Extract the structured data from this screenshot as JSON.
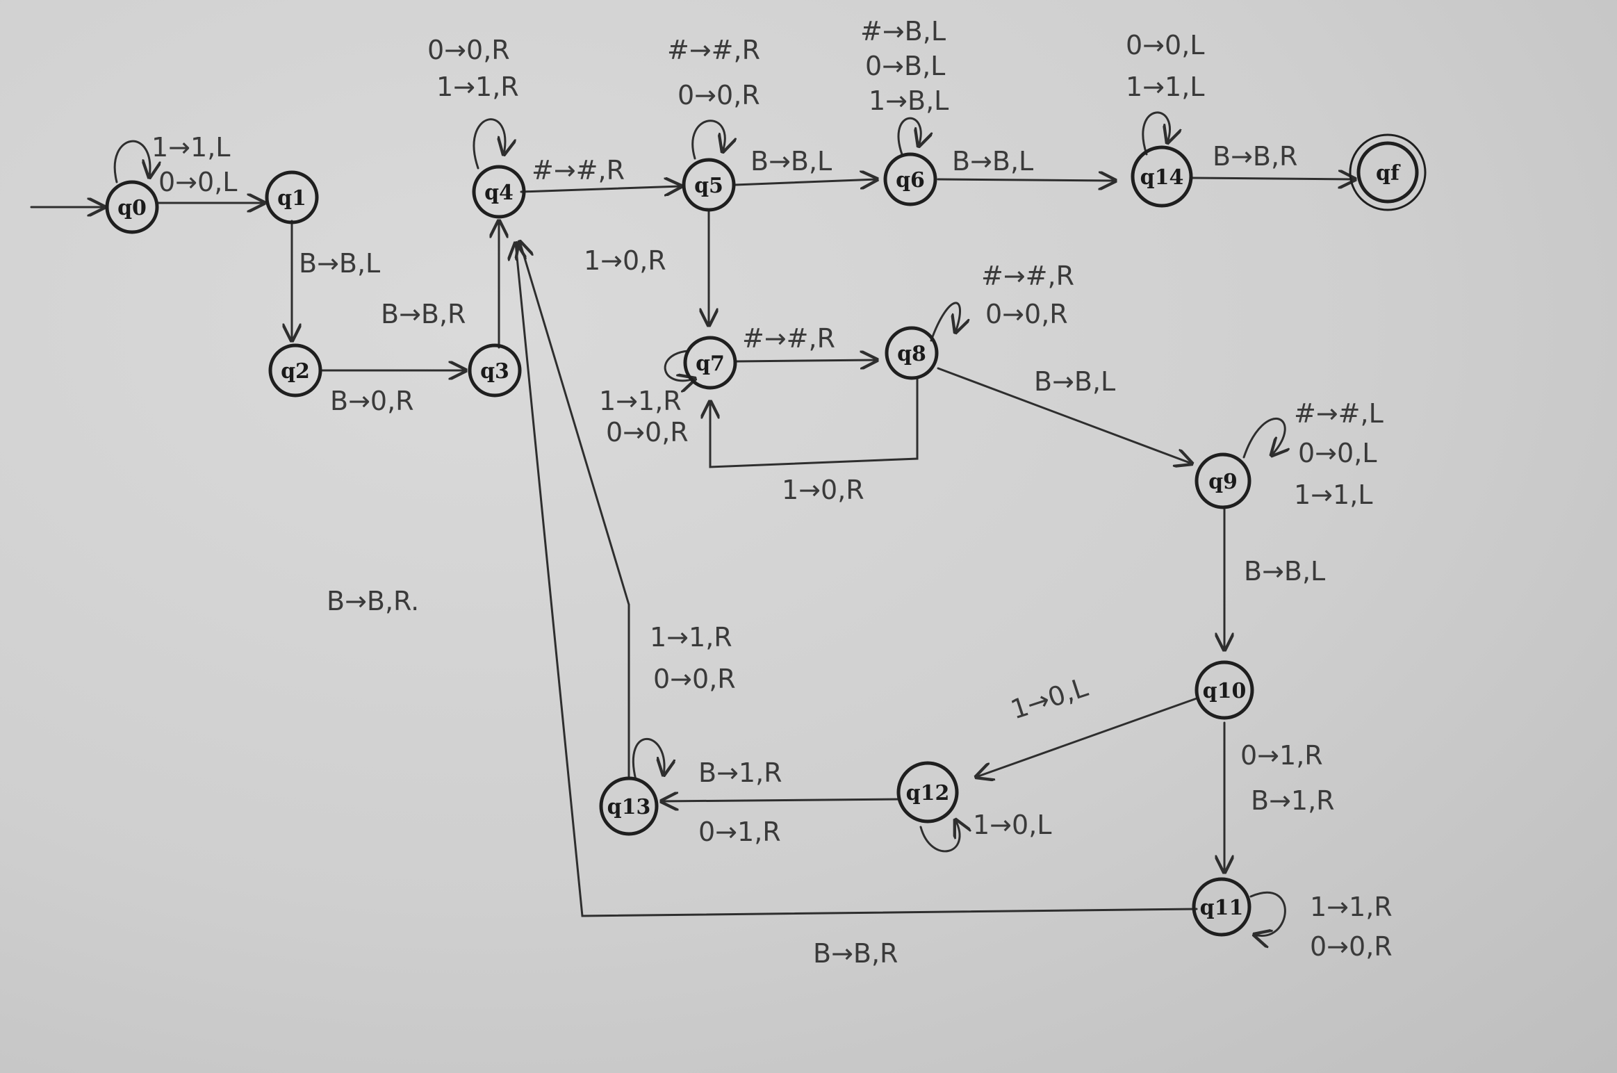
{
  "states": {
    "q0": "q0",
    "q1": "q1",
    "q2": "q2",
    "q3": "q3",
    "q4": "q4",
    "q5": "q5",
    "q6": "q6",
    "q7": "q7",
    "q8": "q8",
    "q9": "q9",
    "q10": "q10",
    "q11": "q11",
    "q12": "q12",
    "q13": "q13",
    "q14": "q14",
    "qf": "qf"
  },
  "labels": {
    "q0_loop_a": "1→1,L",
    "q0_loop_b": "0→0,L",
    "q1_q2": "B→B,L",
    "q2_q3": "B→0,R",
    "q3_q4": "B→B,R",
    "q4_loop_a": "0→0,R",
    "q4_loop_b": "1→1,R",
    "q4_q5": "#→#,R",
    "q5_loop_a": "#→#,R",
    "q5_loop_b": "0→0,R",
    "q5_q7": "1→0,R",
    "q5_q6": "B→B,L",
    "q6_loop_a": "#→B,L",
    "q6_loop_b": "0→B,L",
    "q6_loop_c": "1→B,L",
    "q6_q14": "B→B,L",
    "q14_loop_a": "0→0,L",
    "q14_loop_b": "1→1,L",
    "q14_qf": "B→B,R",
    "q7_loop_a": "1→1,R",
    "q7_loop_b": "0→0,R",
    "q7_q8": "#→#,R",
    "q8_loop_a": "#→#,R",
    "q8_loop_b": "0→0,R",
    "q8_q7": "1→0,R",
    "q8_q9": "B→B,L",
    "q9_loop_a": "#→#,L",
    "q9_loop_b": "0→0,L",
    "q9_loop_c": "1→1,L",
    "q9_q10": "B→B,L",
    "q10_q12": "1→0,L",
    "q10_q11_a": "0→1,R",
    "q10_q11_b": "B→1,R",
    "q12_loop": "1→0,L",
    "q12_q13_a": "B→1,R",
    "q12_q13_b": "0→1,R",
    "q13_q4_a": "1→1,R",
    "q13_q4_b": "0→0,R",
    "q13_q4_extra": "B→B,R.",
    "q11_loop_a": "1→1,R",
    "q11_loop_b": "0→0,R",
    "q11_q4": "B→B,R"
  }
}
